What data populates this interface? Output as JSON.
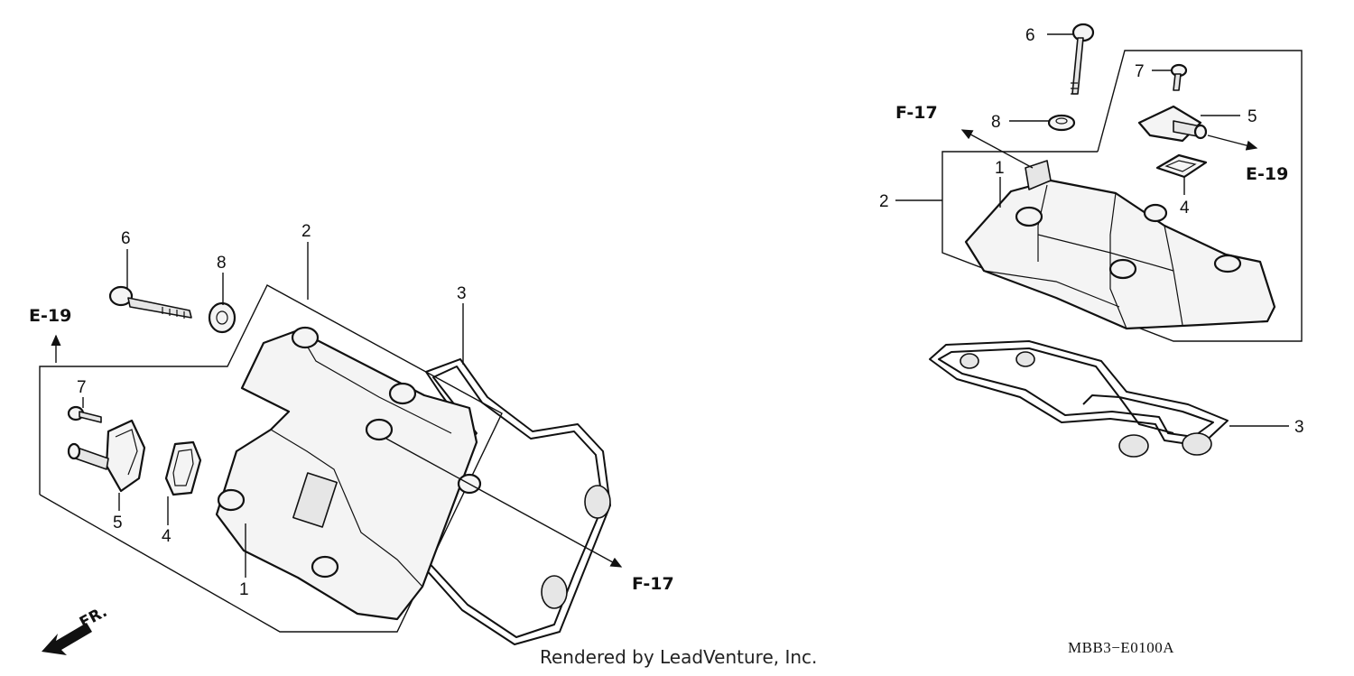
{
  "callouts": {
    "left": {
      "c1": "1",
      "c2": "2",
      "c3": "3",
      "c4": "4",
      "c5": "5",
      "c6": "6",
      "c7": "7",
      "c8": "8"
    },
    "right": {
      "c1": "1",
      "c2": "2",
      "c3": "3",
      "c4": "4",
      "c5": "5",
      "c6": "6",
      "c7": "7",
      "c8": "8"
    }
  },
  "refs": {
    "left_e19": "E-19",
    "left_f17": "F-17",
    "right_f17": "F-17",
    "right_e19": "E-19",
    "front": "FR."
  },
  "footer": {
    "credit": "Rendered by LeadVenture, Inc.",
    "diagram_code": "MBB3−E0100A"
  }
}
